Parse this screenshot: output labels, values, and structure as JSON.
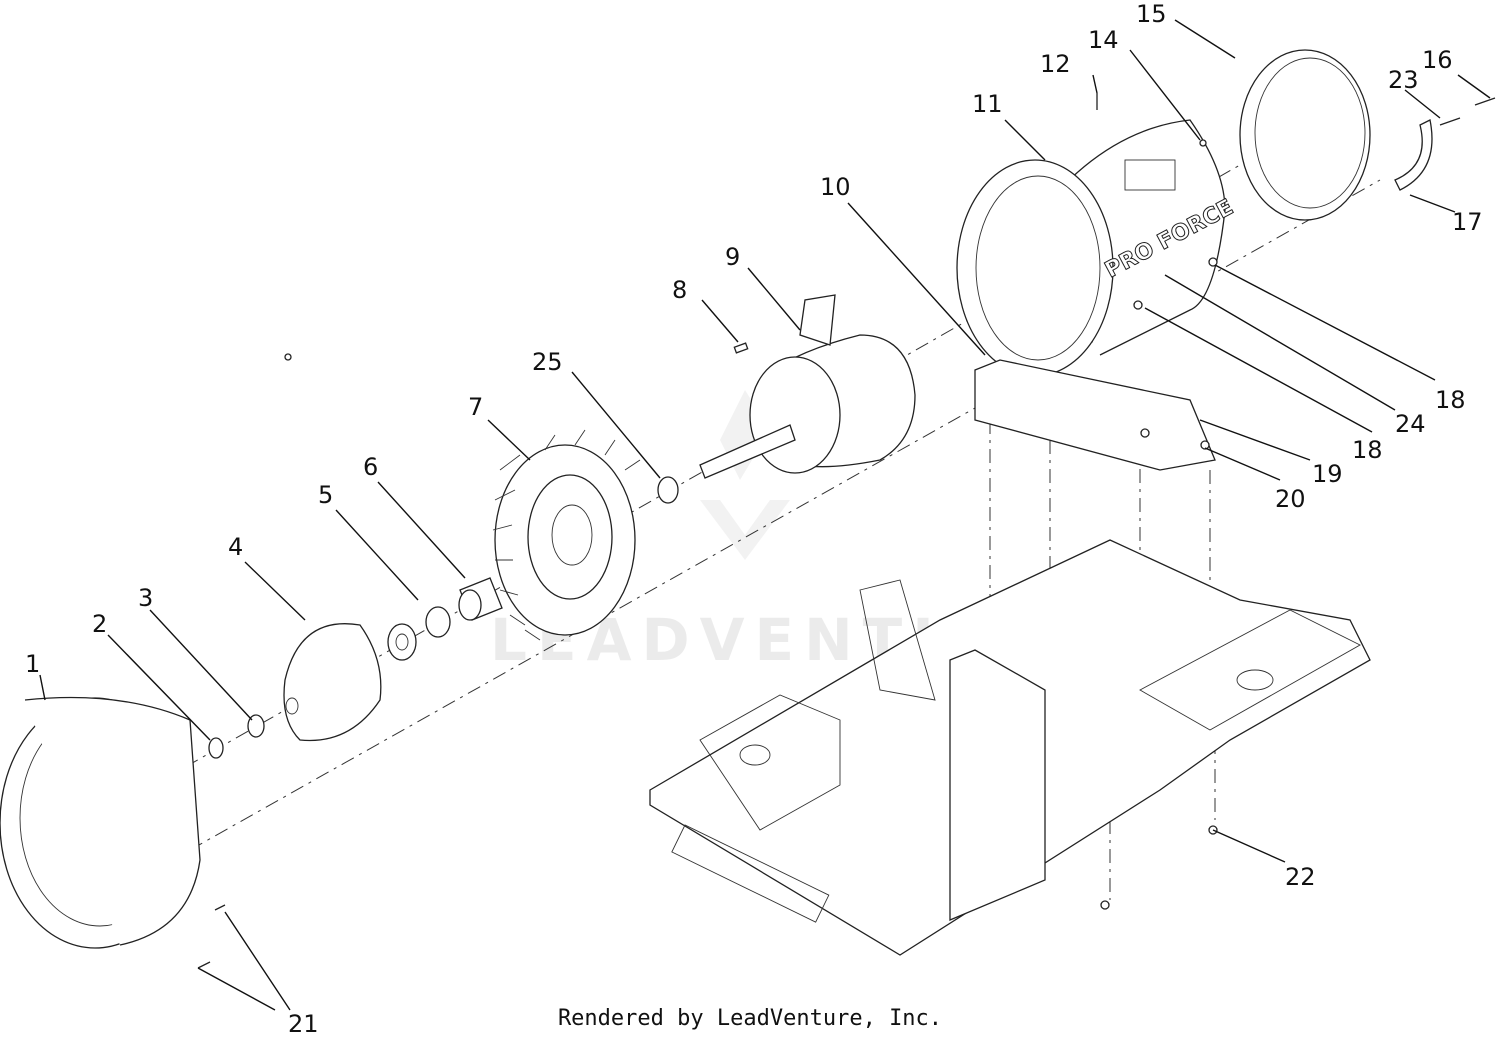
{
  "diagram": {
    "watermark": "LEADVENTURE",
    "brand_label": "PRO FORCE",
    "credit": "Rendered by LeadVenture, Inc.",
    "callouts": [
      "1",
      "2",
      "3",
      "4",
      "5",
      "6",
      "7",
      "8",
      "9",
      "10",
      "11",
      "12",
      "14",
      "15",
      "16",
      "17",
      "18",
      "18",
      "19",
      "20",
      "21",
      "22",
      "23",
      "24",
      "25"
    ]
  }
}
